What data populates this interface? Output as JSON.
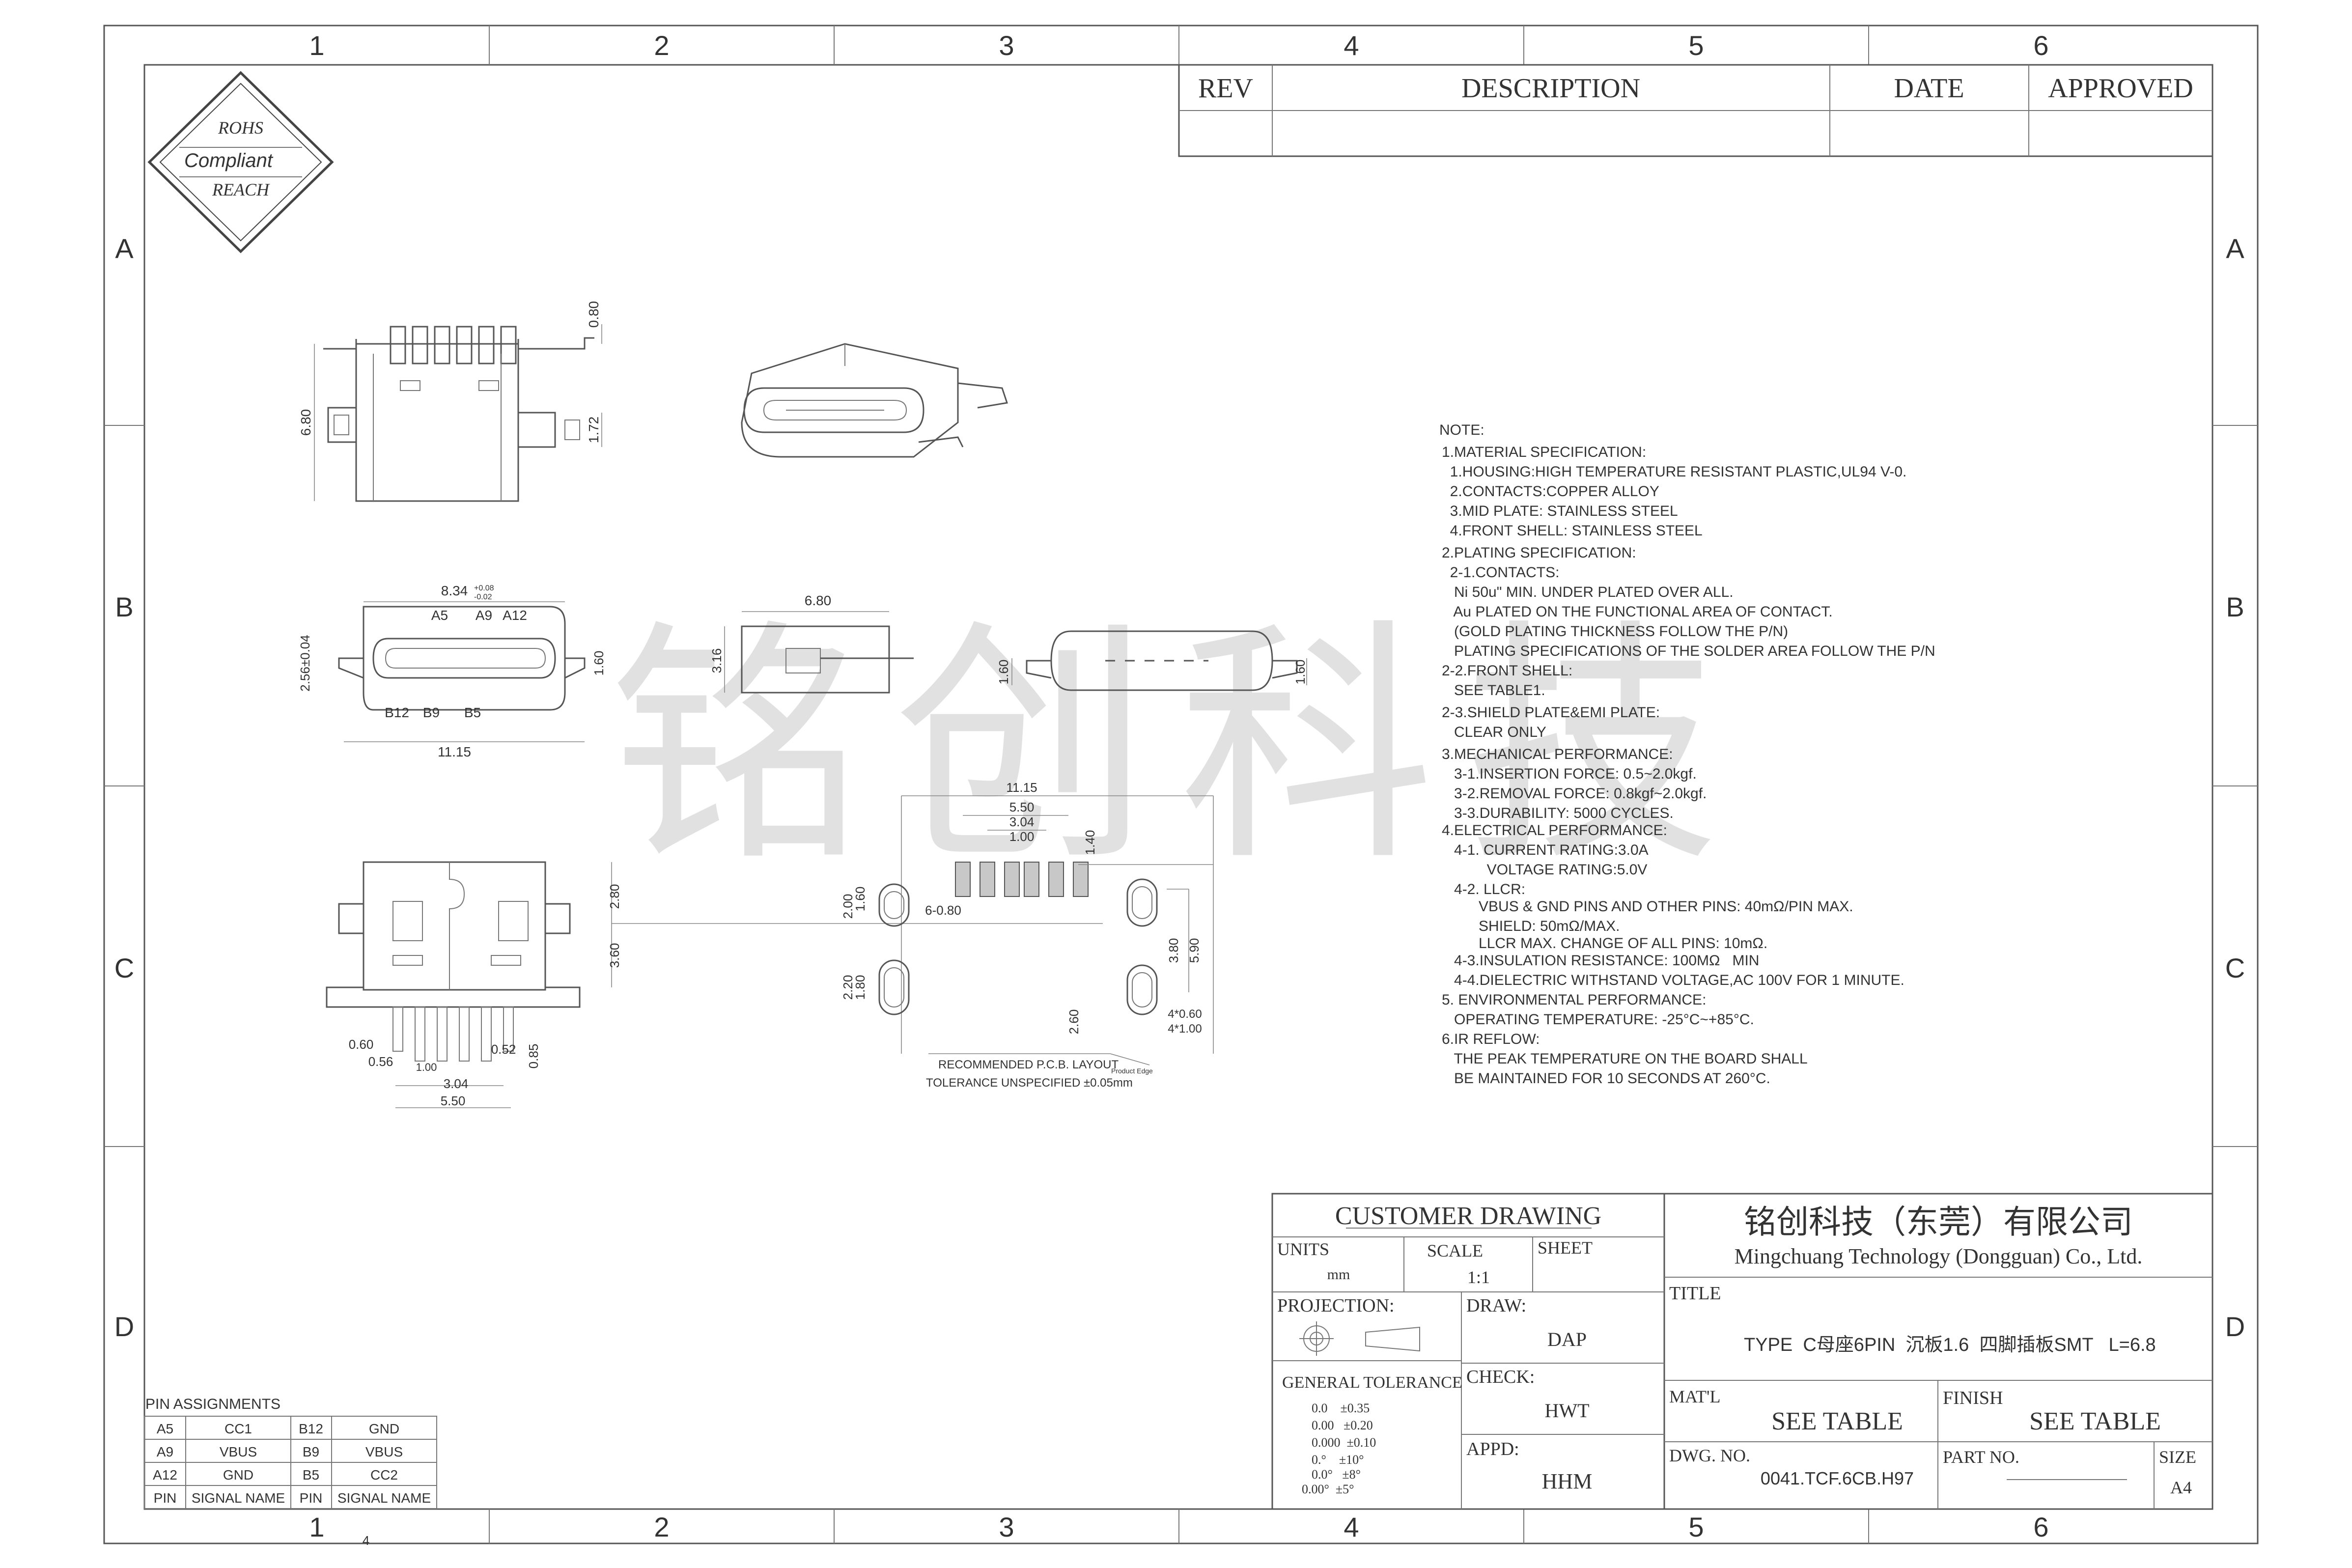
{
  "zones": {
    "cols": [
      "1",
      "2",
      "3",
      "4",
      "5",
      "6"
    ],
    "rows": [
      "A",
      "B",
      "C",
      "D"
    ],
    "bottom_extra": "4"
  },
  "revision_block": {
    "rev": "REV",
    "description": "DESCRIPTION",
    "date": "DATE",
    "approved": "APPROVED"
  },
  "rohs": {
    "line1": "ROHS",
    "line2": "Compliant",
    "line3": "REACH"
  },
  "watermark": "铭创科技",
  "dimensions": {
    "top_view": [
      "6.80",
      "0.80",
      "1.72"
    ],
    "front_view": [
      "8.34",
      "+0.08",
      "-0.02",
      "A5",
      "A9",
      "A12",
      "2.56±0.04",
      "B12",
      "B9",
      "B5",
      "1.60",
      "11.15"
    ],
    "side_view": [
      "6.80",
      "3.16"
    ],
    "end_view": [
      "1.60",
      "1.60"
    ],
    "bottom_view": [
      "2.80",
      "3.60",
      "0.60",
      "0.56",
      "1.00",
      "0.52",
      "0.85",
      "3.04",
      "5.50"
    ],
    "pcb_layout": [
      "11.15",
      "5.50",
      "3.04",
      "1.00",
      "1.40",
      "2.00",
      "1.60",
      "6-0.80",
      "2.20",
      "1.80",
      "3.80",
      "5.90",
      "2.60",
      "4*0.60",
      "4*1.00"
    ],
    "pcb_note": "RECOMMENDED   P.C.B. LAYOUT",
    "pcb_edge": "Product Edge",
    "tolerance_note": "TOLERANCE UNSPECIFIED ±0.05mm"
  },
  "notes": [
    "NOTE:",
    "1.MATERIAL SPECIFICATION:",
    "  1.HOUSING:HIGH TEMPERATURE RESISTANT PLASTIC,UL94 V-0.",
    "  2.CONTACTS:COPPER ALLOY",
    "  3.MID PLATE: STAINLESS STEEL",
    "  4.FRONT SHELL: STAINLESS STEEL",
    "2.PLATING SPECIFICATION:",
    "  2-1.CONTACTS:",
    "   Ni 50u\" MIN. UNDER PLATED OVER ALL.",
    "   Au PLATED ON THE FUNCTIONAL AREA OF CONTACT.",
    "   (GOLD PLATING THICKNESS FOLLOW THE P/N)",
    "   PLATING SPECIFICATIONS OF THE SOLDER AREA FOLLOW THE P/N",
    "2-2.FRONT SHELL:",
    "   SEE TABLE1.",
    "2-3.SHIELD PLATE&EMI PLATE:",
    "   CLEAR ONLY",
    "3.MECHANICAL PERFORMANCE:",
    "   3-1.INSERTION FORCE: 0.5~2.0kgf.",
    "   3-2.REMOVAL FORCE: 0.8kgf~2.0kgf.",
    "   3-3.DURABILITY: 5000 CYCLES.",
    "4.ELECTRICAL PERFORMANCE:",
    "   4-1. CURRENT RATING:3.0A",
    "           VOLTAGE RATING:5.0V",
    "   4-2. LLCR:",
    "         VBUS & GND PINS AND OTHER PINS: 40mΩ/PIN MAX.",
    "         SHIELD: 50mΩ/MAX.",
    "         LLCR MAX. CHANGE OF ALL PINS: 10mΩ.",
    "   4-3.INSULATION RESISTANCE: 100MΩ   MIN",
    "   4-4.DIELECTRIC WITHSTAND VOLTAGE,AC 100V FOR 1 MINUTE.",
    "5. ENVIRONMENTAL PERFORMANCE:",
    "   OPERATING TEMPERATURE: -25°C~+85°C.",
    "6.IR REFLOW:",
    "   THE PEAK TEMPERATURE ON THE BOARD SHALL",
    "   BE MAINTAINED FOR 10 SECONDS AT 260°C."
  ],
  "pin_assignments": {
    "title": "PIN ASSIGNMENTS",
    "rows": [
      [
        "A5",
        "CC1",
        "B12",
        "GND"
      ],
      [
        "A9",
        "VBUS",
        "B9",
        "VBUS"
      ],
      [
        "A12",
        "GND",
        "B5",
        "CC2"
      ]
    ],
    "header": [
      "PIN",
      "SIGNAL NAME",
      "PIN",
      "SIGNAL NAME"
    ]
  },
  "title_block": {
    "customer_drawing": "CUSTOMER DRAWING",
    "units_label": "UNITS",
    "units": "mm",
    "scale_label": "SCALE",
    "scale": "1:1",
    "sheet_label": "SHEET",
    "projection_label": "PROJECTION:",
    "draw_label": "DRAW:",
    "draw": "DAP",
    "check_label": "CHECK:",
    "check": "HWT",
    "appd_label": "APPD:",
    "appd": "HHM",
    "tolerance_label": "GENERAL  TOLERANCE",
    "tolerances": [
      "0.0    ±0.35",
      "0.00   ±0.20",
      "0.000  ±0.10",
      "0.°    ±10°",
      "0.0°   ±8°",
      "0.00°  ±5°"
    ],
    "company_cn": "铭创科技（东莞）有限公司",
    "company_en": "Mingchuang Technology (Dongguan) Co., Ltd.",
    "title_label": "TITLE",
    "title": "TYPE  C母座6PIN  沉板1.6  四脚插板SMT   L=6.8",
    "matl_label": "MAT'L",
    "matl": "SEE TABLE",
    "finish_label": "FINISH",
    "finish": "SEE TABLE",
    "dwg_label": "DWG. NO.",
    "dwg": "0041.TCF.6CB.H97",
    "part_label": "PART NO.",
    "size_label": "SIZE",
    "size": "A4"
  }
}
